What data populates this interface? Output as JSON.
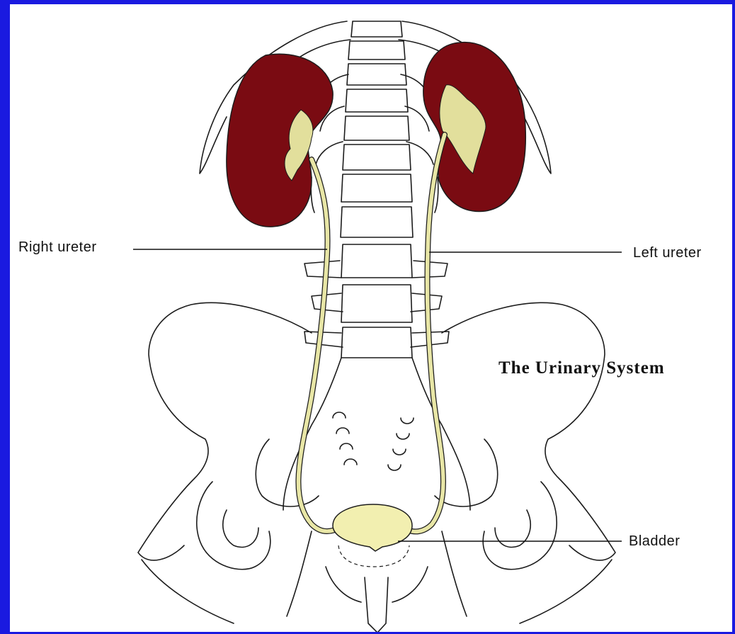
{
  "title": "The Urinary System",
  "labels": {
    "right_ureter": "Right ureter",
    "left_ureter": "Left ureter",
    "bladder": "Bladder"
  },
  "colors": {
    "border": "#1a1ae0",
    "kidney": "#7a0b12",
    "ureter": "#e8e6a6",
    "bladder": "#f2efb0",
    "outline": "#1c1c1c"
  }
}
